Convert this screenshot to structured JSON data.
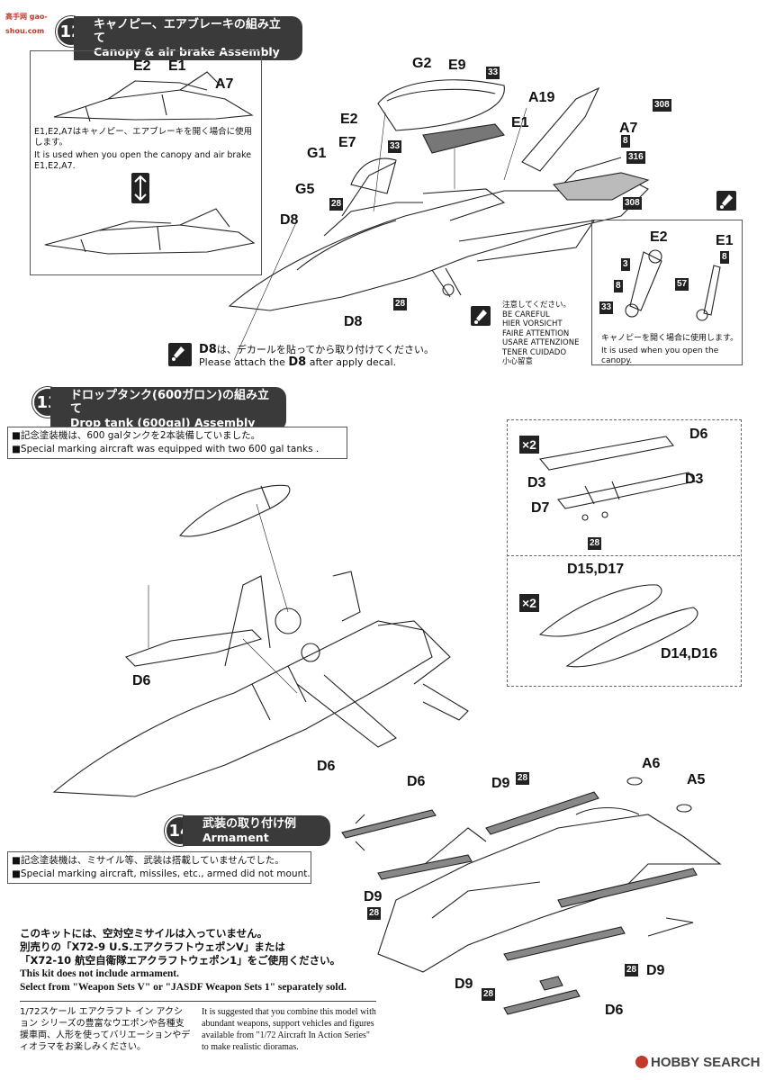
{
  "watermark_top": "高手网 gao-shou.com",
  "step12": {
    "num": "12",
    "title_jp": "キャノピー、エアブレーキの組み立て",
    "title_en": "Canopy & air brake Assembly",
    "inset_labels": [
      "E2",
      "E1",
      "A7"
    ],
    "inset_note_jp": "E1,E2,A7はキャノピー、エアブレーキを開く場合に使用します。",
    "inset_note_en": "It is used when you open the canopy and air brake E1,E2,A7.",
    "labels": {
      "G2": "G2",
      "E9": "E9",
      "E2": "E2",
      "E7": "E7",
      "G1": "G1",
      "G5": "G5",
      "D8a": "D8",
      "D8b": "D8",
      "A19": "A19",
      "E1": "E1",
      "A7": "A7"
    },
    "tags": {
      "t33a": "33",
      "t33b": "33",
      "t28a": "28",
      "t28b": "28",
      "t308a": "308",
      "t308b": "308",
      "t8": "8",
      "t316": "316"
    },
    "detail": {
      "E2": "E2",
      "E1": "E1",
      "t3": "3",
      "t8a": "8",
      "t8b": "8",
      "t57": "57",
      "t33": "33",
      "note_jp": "キャノピーを開く場合に使用します。",
      "note_en": "It is used when you open the canopy."
    },
    "caution_multi": [
      "注意してください。",
      "BE CAREFUL",
      "HIER VORSICHT",
      "FAIRE ATTENTION",
      "USARE ATTENZIONE",
      "TENER CUIDADO",
      "小心留意"
    ],
    "d8_note_jp": "は、デカールを貼ってから取り付けてください。",
    "d8_note_en_pre": "Please attach the ",
    "d8_note_en_post": " after apply decal.",
    "d8": "D8"
  },
  "step13": {
    "num": "13",
    "title_jp": "ドロップタンク(600ガロン)の組み立て",
    "title_en": "Drop tank (600gal) Assembly",
    "note_jp": "記念塗装機は、600 galタンクを2本装備していました。",
    "note_en": "Special marking aircraft was equipped with two 600 gal tanks .",
    "labels": {
      "D6a": "D6",
      "D6b": "D6"
    },
    "sub": {
      "x2a": "×2",
      "x2b": "×2",
      "D6": "D6",
      "D3a": "D3",
      "D3b": "D3",
      "D7": "D7",
      "t28": "28",
      "D15": "D15,D17",
      "D14": "D14,D16"
    }
  },
  "step14": {
    "num": "14",
    "title_jp": "武装の取り付け例",
    "title_en": "Armament",
    "note_jp": "記念塗装機は、ミサイル等、武装は搭載していませんでした。",
    "note_en": "Special marking aircraft, missiles, etc., armed did not mount.",
    "labels": {
      "D6a": "D6",
      "D6b": "D6",
      "D9a": "D9",
      "D9b": "D9",
      "D9c": "D9",
      "D9d": "D9",
      "A6": "A6",
      "A5": "A5"
    },
    "tags": {
      "t28a": "28",
      "t28b": "28",
      "t28c": "28",
      "t28d": "28"
    },
    "kit_jp": [
      "このキットには、空対空ミサイルは入っていません。",
      "別売りの「X72-9 U.S.エアクラフトウェポンV」または",
      "「X72-10 航空自衛隊エアクラフトウェポン1」をご使用ください。"
    ],
    "kit_en": [
      "This kit does not include armament.",
      "Select from \"Weapon Sets V\" or \"JASDF Weapon Sets 1\" separately sold."
    ],
    "suggest_jp": "1/72スケール エアクラフト イン アクション シリーズの豊富なウエポンや各種支援車両、人形を使ってバリエーションやディオラマをお楽しみください。",
    "suggest_en": "It is suggested that you combine this model with abundant weapons, support vehicles and figures available from \"1/72 Aircraft In Action Series\" to make realistic dioramas."
  },
  "watermark_bottom": "HOBBY SEARCH"
}
